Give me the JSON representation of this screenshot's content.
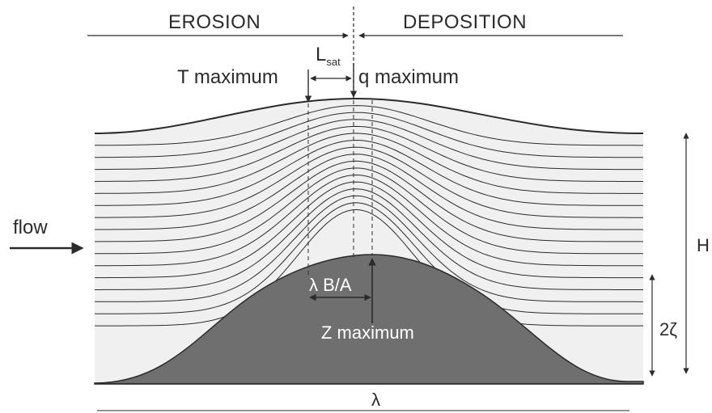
{
  "colors": {
    "background": "#ffffff",
    "fluid": "#f0f0f0",
    "bedform": "#6f6f6f",
    "lines": "#2b2b2b",
    "bed_label_text": "#ffffff"
  },
  "header": {
    "erosion": "EROSION",
    "deposition": "DEPOSITION"
  },
  "markers": {
    "t_max": "T maximum",
    "l_sat_base": "L",
    "l_sat_sub": "sat",
    "q_max": "q maximum"
  },
  "inflow": {
    "label": "flow",
    "arrow_icon": "right-arrow-icon"
  },
  "bed": {
    "shift_label": "λ B/A",
    "crest_label": "Z maximum"
  },
  "scales": {
    "amplitude_label": "2ζ",
    "depth_label": "H",
    "wavelength_label": "λ"
  }
}
